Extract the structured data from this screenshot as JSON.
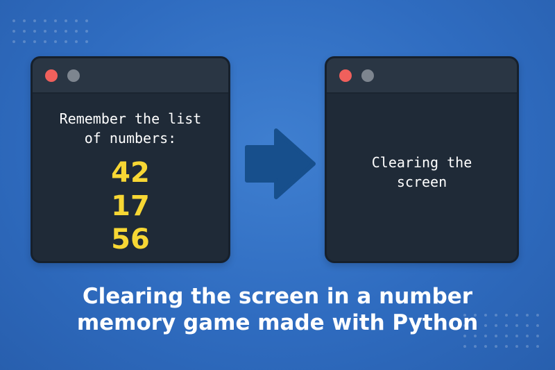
{
  "left_window": {
    "buttons": {
      "close_color": "#f0605c",
      "minimize_color": "#7d858f"
    },
    "prompt": "Remember the list\nof numbers:",
    "numbers": [
      "42",
      "17",
      "56"
    ],
    "number_color": "#f7d734"
  },
  "arrow": {
    "icon": "right-arrow-icon",
    "color": "#174f8c"
  },
  "right_window": {
    "buttons": {
      "close_color": "#f0605c",
      "minimize_color": "#7d858f"
    },
    "message": "Clearing the\nscreen"
  },
  "caption": "Clearing the screen in a number\nmemory game made with Python",
  "colors": {
    "background": "#2f6cc0",
    "window": "#1f2a37",
    "text": "#ffffff"
  }
}
